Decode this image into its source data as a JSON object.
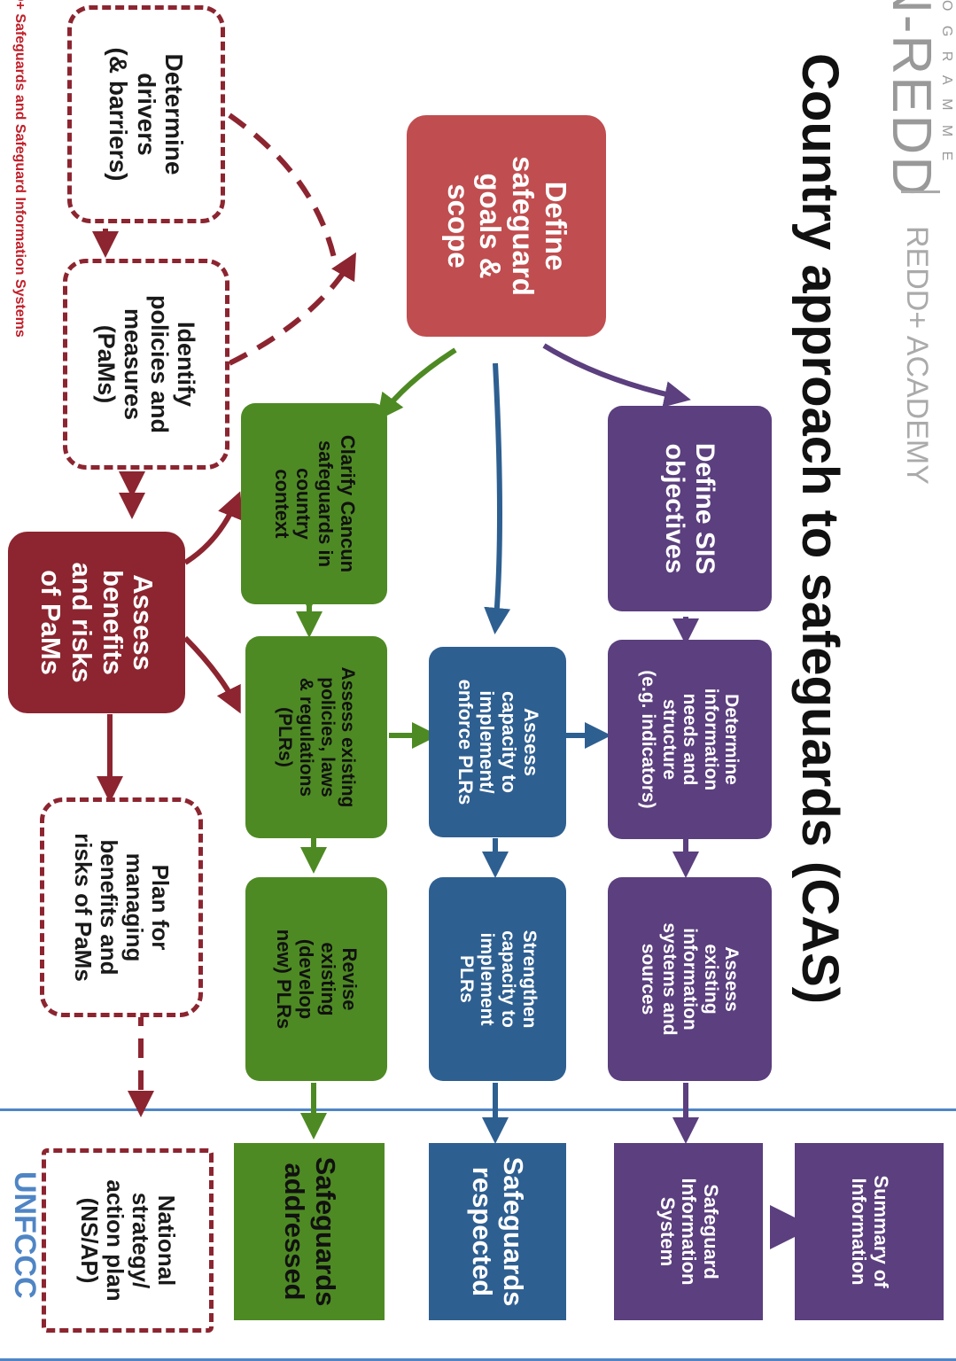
{
  "header": {
    "program_label": "D+ Safeguards and Safeguard Information Systems",
    "unfccc_label": "UNFCCC"
  },
  "nodes": {
    "determine_drivers": "Determine\ndrivers\n(& barriers)",
    "identify_pams": "Identify\npolicies and\nmeasures\n(PaMs)",
    "assess_benefits": "Assess\nbenefits\nand risks\nof PaMs",
    "plan_managing": "Plan for\nmanaging\nbenefits and\nrisks of PaMs",
    "national_strategy": "National\nstrategy/\naction plan\n(NS/AP)",
    "define_goals": "Define\nsafeguard\ngoals &\nscope",
    "clarify_cancun": "Clarify Cancun\nsafeguards in\ncountry\ncontext",
    "assess_plrs": "Assess existing\npolicies, laws\n& regulations\n(PLRs)",
    "revise_plrs": "Revise\nexisting\n(develop\nnew) PLRs",
    "safeguards_addressed": "Safeguards\naddressed",
    "assess_capacity": "Assess\ncapacity to\nimplement/\nenforce PLRs",
    "strengthen_capacity": "Strengthen\ncapacity to\nimplement\nPLRs",
    "safeguards_respected": "Safeguards\nrespected",
    "define_sis": "Define SIS\nobjectives",
    "determine_info": "Determine\ninformation\nneeds and\nstructure\n(e.g. indicators)",
    "assess_info": "Assess\nexisting\ninformation\nsystems and\nsources",
    "sis": "Safeguard\nInformation\nSystem",
    "summary": "Summary of\nInformation"
  },
  "title": "Country approach to safeguards (CAS)",
  "footer": {
    "brand": "N-REDD",
    "brand_sub": "O G R A M M E",
    "academy": "REDD+ ACADEMY"
  },
  "colors": {
    "green": "#4e8a23",
    "blue": "#2e5f91",
    "purple": "#5b3f7e",
    "maroon": "#8c2530",
    "red": "#c04d4f",
    "unfccc": "#4f85c5"
  }
}
